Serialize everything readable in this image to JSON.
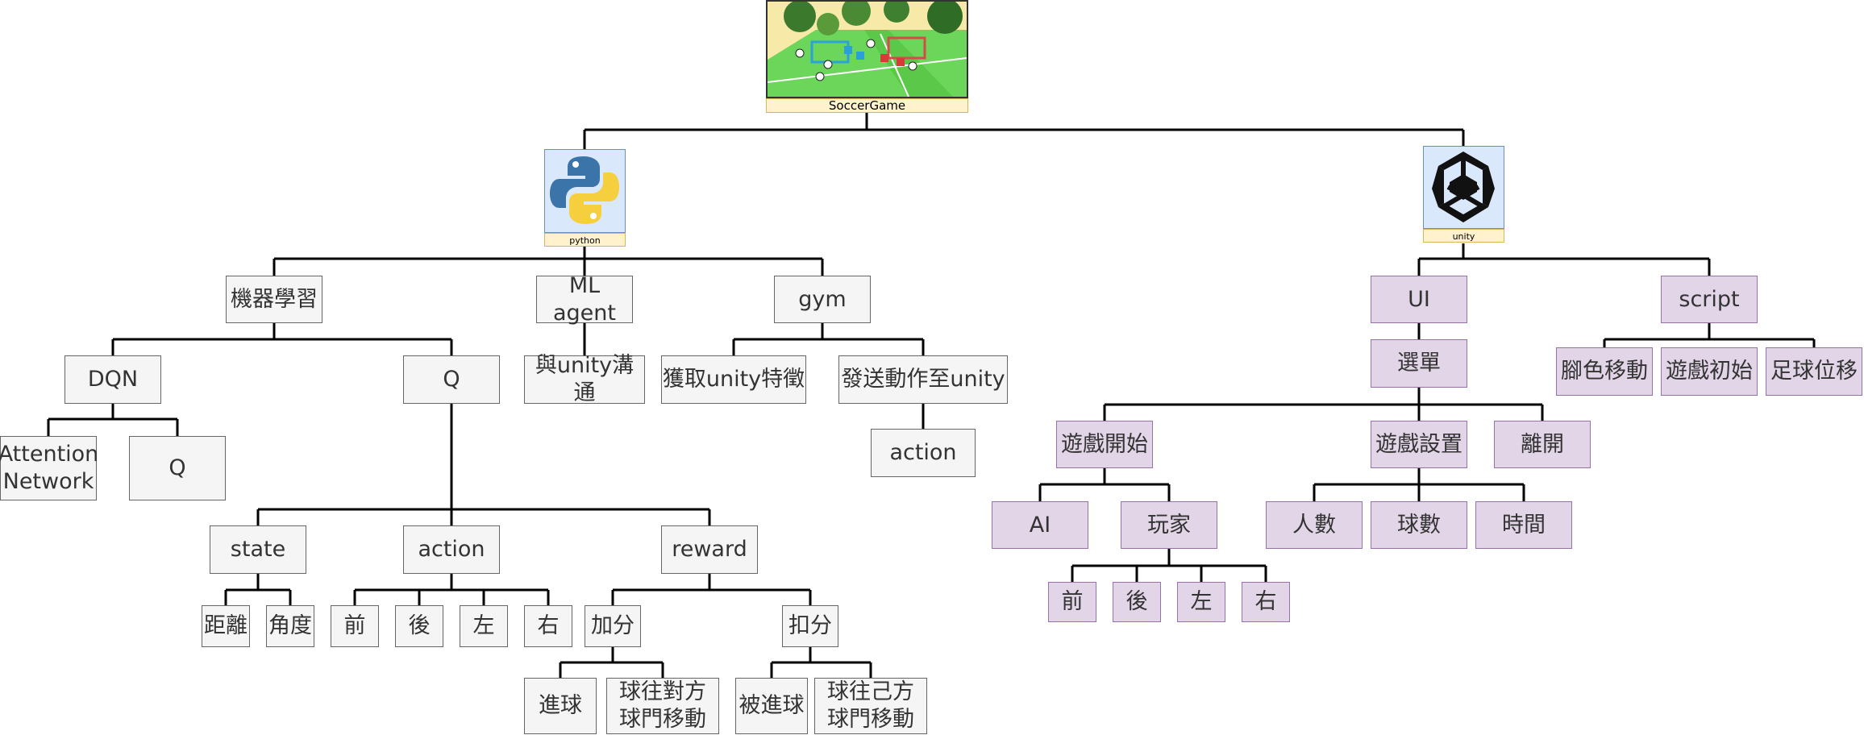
{
  "root": {
    "caption": "SoccerGame"
  },
  "python_node": {
    "caption": "python"
  },
  "unity_node": {
    "caption": "unity"
  },
  "python_tree": {
    "ml": "機器學習",
    "mlagent": "ML agent",
    "gym": "gym",
    "dqn": "DQN",
    "q": "Q",
    "attention": "Attention\nNetwork",
    "dqn_q": "Q",
    "comm": "與unity溝通",
    "features": "獲取unity特徵",
    "send": "發送動作至unity",
    "gym_action": "action",
    "state": "state",
    "action": "action",
    "reward": "reward",
    "dist": "距離",
    "angle": "角度",
    "fwd": "前",
    "back": "後",
    "left": "左",
    "right": "右",
    "plus": "加分",
    "minus": "扣分",
    "goal": "進球",
    "toward_opp": "球往對方\n球門移動",
    "conceded": "被進球",
    "toward_own": "球往己方\n球門移動"
  },
  "unity_tree": {
    "ui": "UI",
    "script": "script",
    "menu": "選單",
    "start": "遊戲開始",
    "settings": "遊戲設置",
    "exit": "離開",
    "ai": "AI",
    "player": "玩家",
    "people": "人數",
    "balls": "球數",
    "time": "時間",
    "p_fwd": "前",
    "p_back": "後",
    "p_left": "左",
    "p_right": "右",
    "foot_move": "腳色移動",
    "game_init": "遊戲初始",
    "ball_pos": "足球位移"
  }
}
